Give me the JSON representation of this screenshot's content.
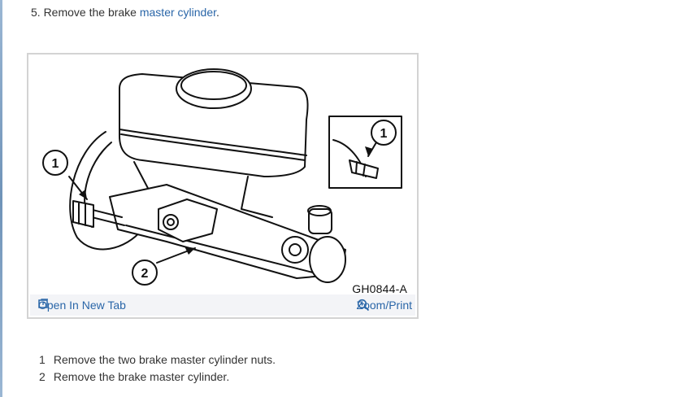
{
  "cutoff_line": "",
  "step": {
    "prefix": "5. Remove the brake ",
    "link": "master cylinder",
    "suffix": "."
  },
  "figure": {
    "code": "GH0844-A",
    "callout_1": "1",
    "callout_2": "2",
    "inset_callout": "1",
    "open_tab_label": "Open In New Tab",
    "zoom_label": "Zoom/Print"
  },
  "legend": [
    {
      "num": "1",
      "text": "Remove the two brake master cylinder nuts."
    },
    {
      "num": "2",
      "text": "Remove the brake master cylinder."
    }
  ]
}
